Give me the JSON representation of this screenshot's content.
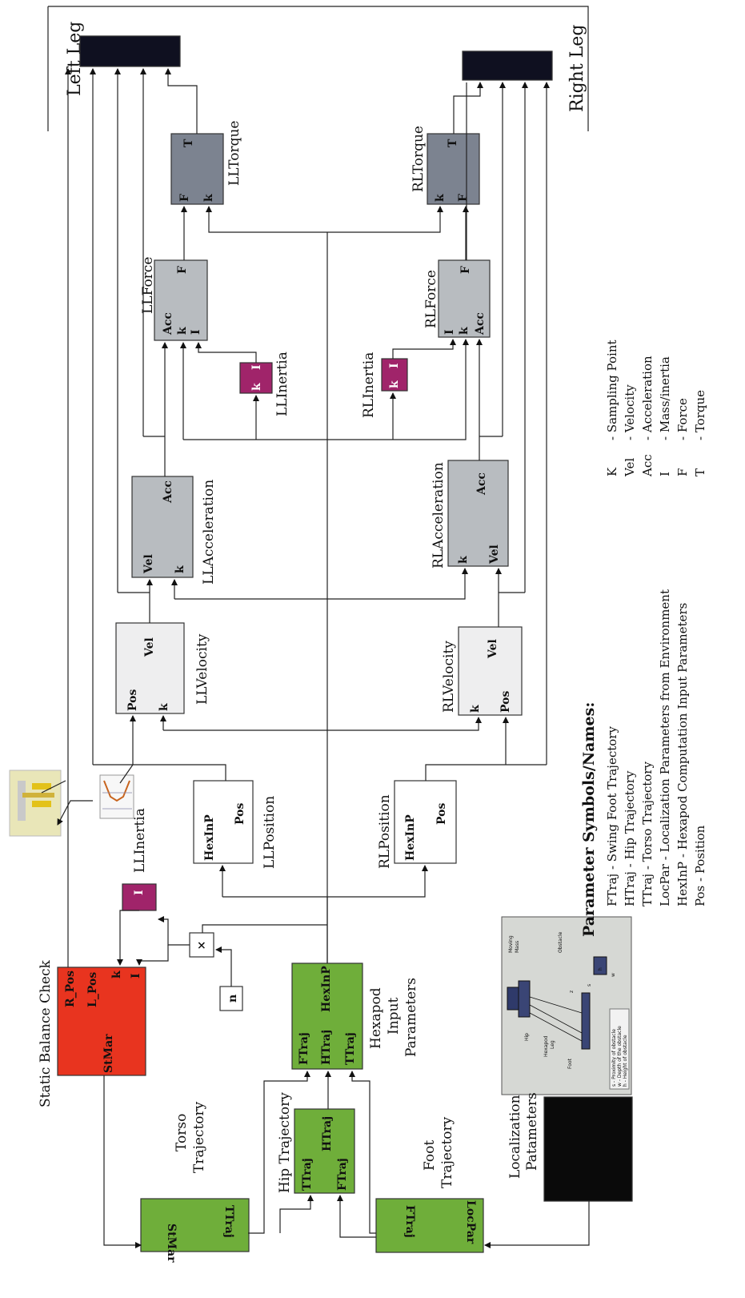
{
  "title_left_leg": "Left Leg",
  "title_right_leg": "Right Leg",
  "blocks": {
    "ll_torque": {
      "name": "LLTorque",
      "ports": [
        "F",
        "k",
        "T"
      ]
    },
    "rl_torque": {
      "name": "RLTorque",
      "ports": [
        "k",
        "F",
        "T"
      ]
    },
    "ll_force": {
      "name": "LLForce",
      "ports": [
        "Acc",
        "k",
        "I",
        "F"
      ]
    },
    "rl_force": {
      "name": "RLForce",
      "ports": [
        "I",
        "k",
        "Acc",
        "F"
      ]
    },
    "ll_inertia_top": {
      "name": "LLInertia",
      "ports": [
        "k",
        "I"
      ]
    },
    "rl_inertia": {
      "name": "RLInertia",
      "ports": [
        "k",
        "I"
      ]
    },
    "ll_acceleration": {
      "name": "LLAcceleration",
      "ports": [
        "Vel",
        "k",
        "Acc"
      ]
    },
    "rl_acceleration": {
      "name": "RLAcceleration",
      "ports": [
        "k",
        "Vel",
        "Acc"
      ]
    },
    "ll_velocity": {
      "name": "LLVelocity",
      "ports": [
        "Pos",
        "k",
        "Vel"
      ]
    },
    "rl_velocity": {
      "name": "RLVelocity",
      "ports": [
        "k",
        "Pos",
        "Vel"
      ]
    },
    "ll_position": {
      "name": "LLPosition",
      "ports": [
        "HexInP",
        "Pos"
      ]
    },
    "rl_position": {
      "name": "RLPosition",
      "ports": [
        "HexInP",
        "Pos"
      ]
    },
    "ll_inertia_bottom": {
      "name": "LLInertia",
      "ports": [
        "I"
      ]
    },
    "static_balance": {
      "name": "Static Balance Check",
      "ports": [
        "R_Pos",
        "L_Pos",
        "k",
        "I",
        "StMar"
      ]
    },
    "hexapod_input": {
      "name_lines": [
        "Hexapod",
        "Input",
        "Parameters"
      ],
      "ports": [
        "FTraj",
        "HTraj",
        "TTraj",
        "HexInP"
      ]
    },
    "torso_traj": {
      "name_lines": [
        "Torso",
        "Trajectory"
      ],
      "ports": [
        "StMar",
        "TTraj"
      ]
    },
    "hip_traj": {
      "name": "Hip Trajectory",
      "ports": [
        "TTraj",
        "FTraj",
        "HTraj"
      ]
    },
    "foot_traj": {
      "name_lines": [
        "Foot",
        "Trajectory"
      ],
      "ports": [
        "LocPar",
        "FTraj"
      ]
    },
    "localization": {
      "name_lines": [
        "Localization",
        "Patameters"
      ]
    },
    "product": {
      "symbol": "×"
    },
    "constant": {
      "symbol": "n"
    }
  },
  "inset": {
    "labels": [
      "Moving",
      "Mass",
      "Obstacle",
      "Hip",
      "Hexapod",
      "Leg",
      "Foot",
      "h",
      "w",
      "z",
      "s"
    ],
    "notes": [
      "s - Proximity of obstacle",
      "w - Depth of the obstacle",
      "h - Height of obstacle"
    ]
  },
  "legend_right": [
    {
      "sym": "K",
      "desc": "- Sampling Point"
    },
    {
      "sym": "Vel",
      "desc": "- Velocity"
    },
    {
      "sym": "Acc",
      "desc": "- Acceleration"
    },
    {
      "sym": "I",
      "desc": "- Mass/inertia"
    },
    {
      "sym": "F",
      "desc": "- Force"
    },
    {
      "sym": "T",
      "desc": "- Torque"
    }
  ],
  "legend_main": {
    "title": "Parameter Symbols/Names:",
    "rows": [
      "FTraj - Swing Foot Trajectory",
      "HTraj - Hip Trajectory",
      "TTraj   - Torso Trajectory",
      "LocPar  - Localization Parameters from Environment",
      "HexInP - Hexapod Computation Input Parameters",
      "Pos     - Position"
    ]
  },
  "colors": {
    "dark_block": "#0f1020",
    "torque": "#7c8390",
    "gray_block": "#b8bcc0",
    "light_block": "#eeeeef",
    "inertia": "#a0246a",
    "red_block": "#e8341f",
    "green_block": "#6fae3a"
  }
}
